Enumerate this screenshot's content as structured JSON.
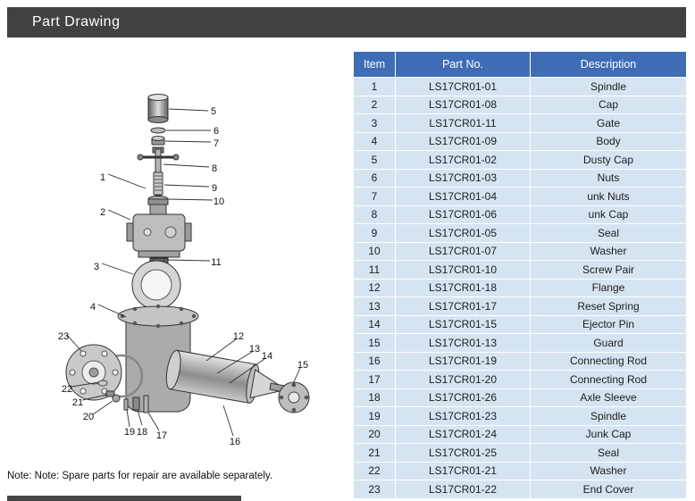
{
  "header": {
    "title": "Part Drawing"
  },
  "note": {
    "text": "Note: Note: Spare parts for repair are available separately."
  },
  "colors": {
    "title_bar_bg": "#424242",
    "table_header_bg": "#3e6db5",
    "table_row_bg": "#d6e4f2"
  },
  "diagram": {
    "name": "exploded-valve-assembly-drawing",
    "callouts": [
      "1",
      "2",
      "3",
      "4",
      "5",
      "6",
      "7",
      "8",
      "9",
      "10",
      "11",
      "12",
      "13",
      "14",
      "15",
      "16",
      "17",
      "18",
      "19",
      "20",
      "21",
      "22",
      "23"
    ]
  },
  "table": {
    "columns": [
      "Item",
      "Part No.",
      "Description"
    ],
    "rows": [
      {
        "item": "1",
        "part_no": "LS17CR01-01",
        "description": "Spindle"
      },
      {
        "item": "2",
        "part_no": "LS17CR01-08",
        "description": "Cap"
      },
      {
        "item": "3",
        "part_no": "LS17CR01-11",
        "description": "Gate"
      },
      {
        "item": "4",
        "part_no": "LS17CR01-09",
        "description": "Body"
      },
      {
        "item": "5",
        "part_no": "LS17CR01-02",
        "description": "Dusty Cap"
      },
      {
        "item": "6",
        "part_no": "LS17CR01-03",
        "description": "Nuts"
      },
      {
        "item": "7",
        "part_no": "LS17CR01-04",
        "description": "unk Nuts"
      },
      {
        "item": "8",
        "part_no": "LS17CR01-06",
        "description": "unk Cap"
      },
      {
        "item": "9",
        "part_no": "LS17CR01-05",
        "description": "Seal"
      },
      {
        "item": "10",
        "part_no": "LS17CR01-07",
        "description": "Washer"
      },
      {
        "item": "11",
        "part_no": "LS17CR01-10",
        "description": "Screw Pair"
      },
      {
        "item": "12",
        "part_no": "LS17CR01-18",
        "description": "Flange"
      },
      {
        "item": "13",
        "part_no": "LS17CR01-17",
        "description": "Reset Spring"
      },
      {
        "item": "14",
        "part_no": "LS17CR01-15",
        "description": "Ejector Pin"
      },
      {
        "item": "15",
        "part_no": "LS17CR01-13",
        "description": "Guard"
      },
      {
        "item": "16",
        "part_no": "LS17CR01-19",
        "description": "Connecting Rod"
      },
      {
        "item": "17",
        "part_no": "LS17CR01-20",
        "description": "Connecting Rod"
      },
      {
        "item": "18",
        "part_no": "LS17CR01-26",
        "description": "Axle Sleeve"
      },
      {
        "item": "19",
        "part_no": "LS17CR01-23",
        "description": "Spindle"
      },
      {
        "item": "20",
        "part_no": "LS17CR01-24",
        "description": "Junk Cap"
      },
      {
        "item": "21",
        "part_no": "LS17CR01-25",
        "description": "Seal"
      },
      {
        "item": "22",
        "part_no": "LS17CR01-21",
        "description": "Washer"
      },
      {
        "item": "23",
        "part_no": "LS17CR01-22",
        "description": "End Cover"
      }
    ]
  }
}
